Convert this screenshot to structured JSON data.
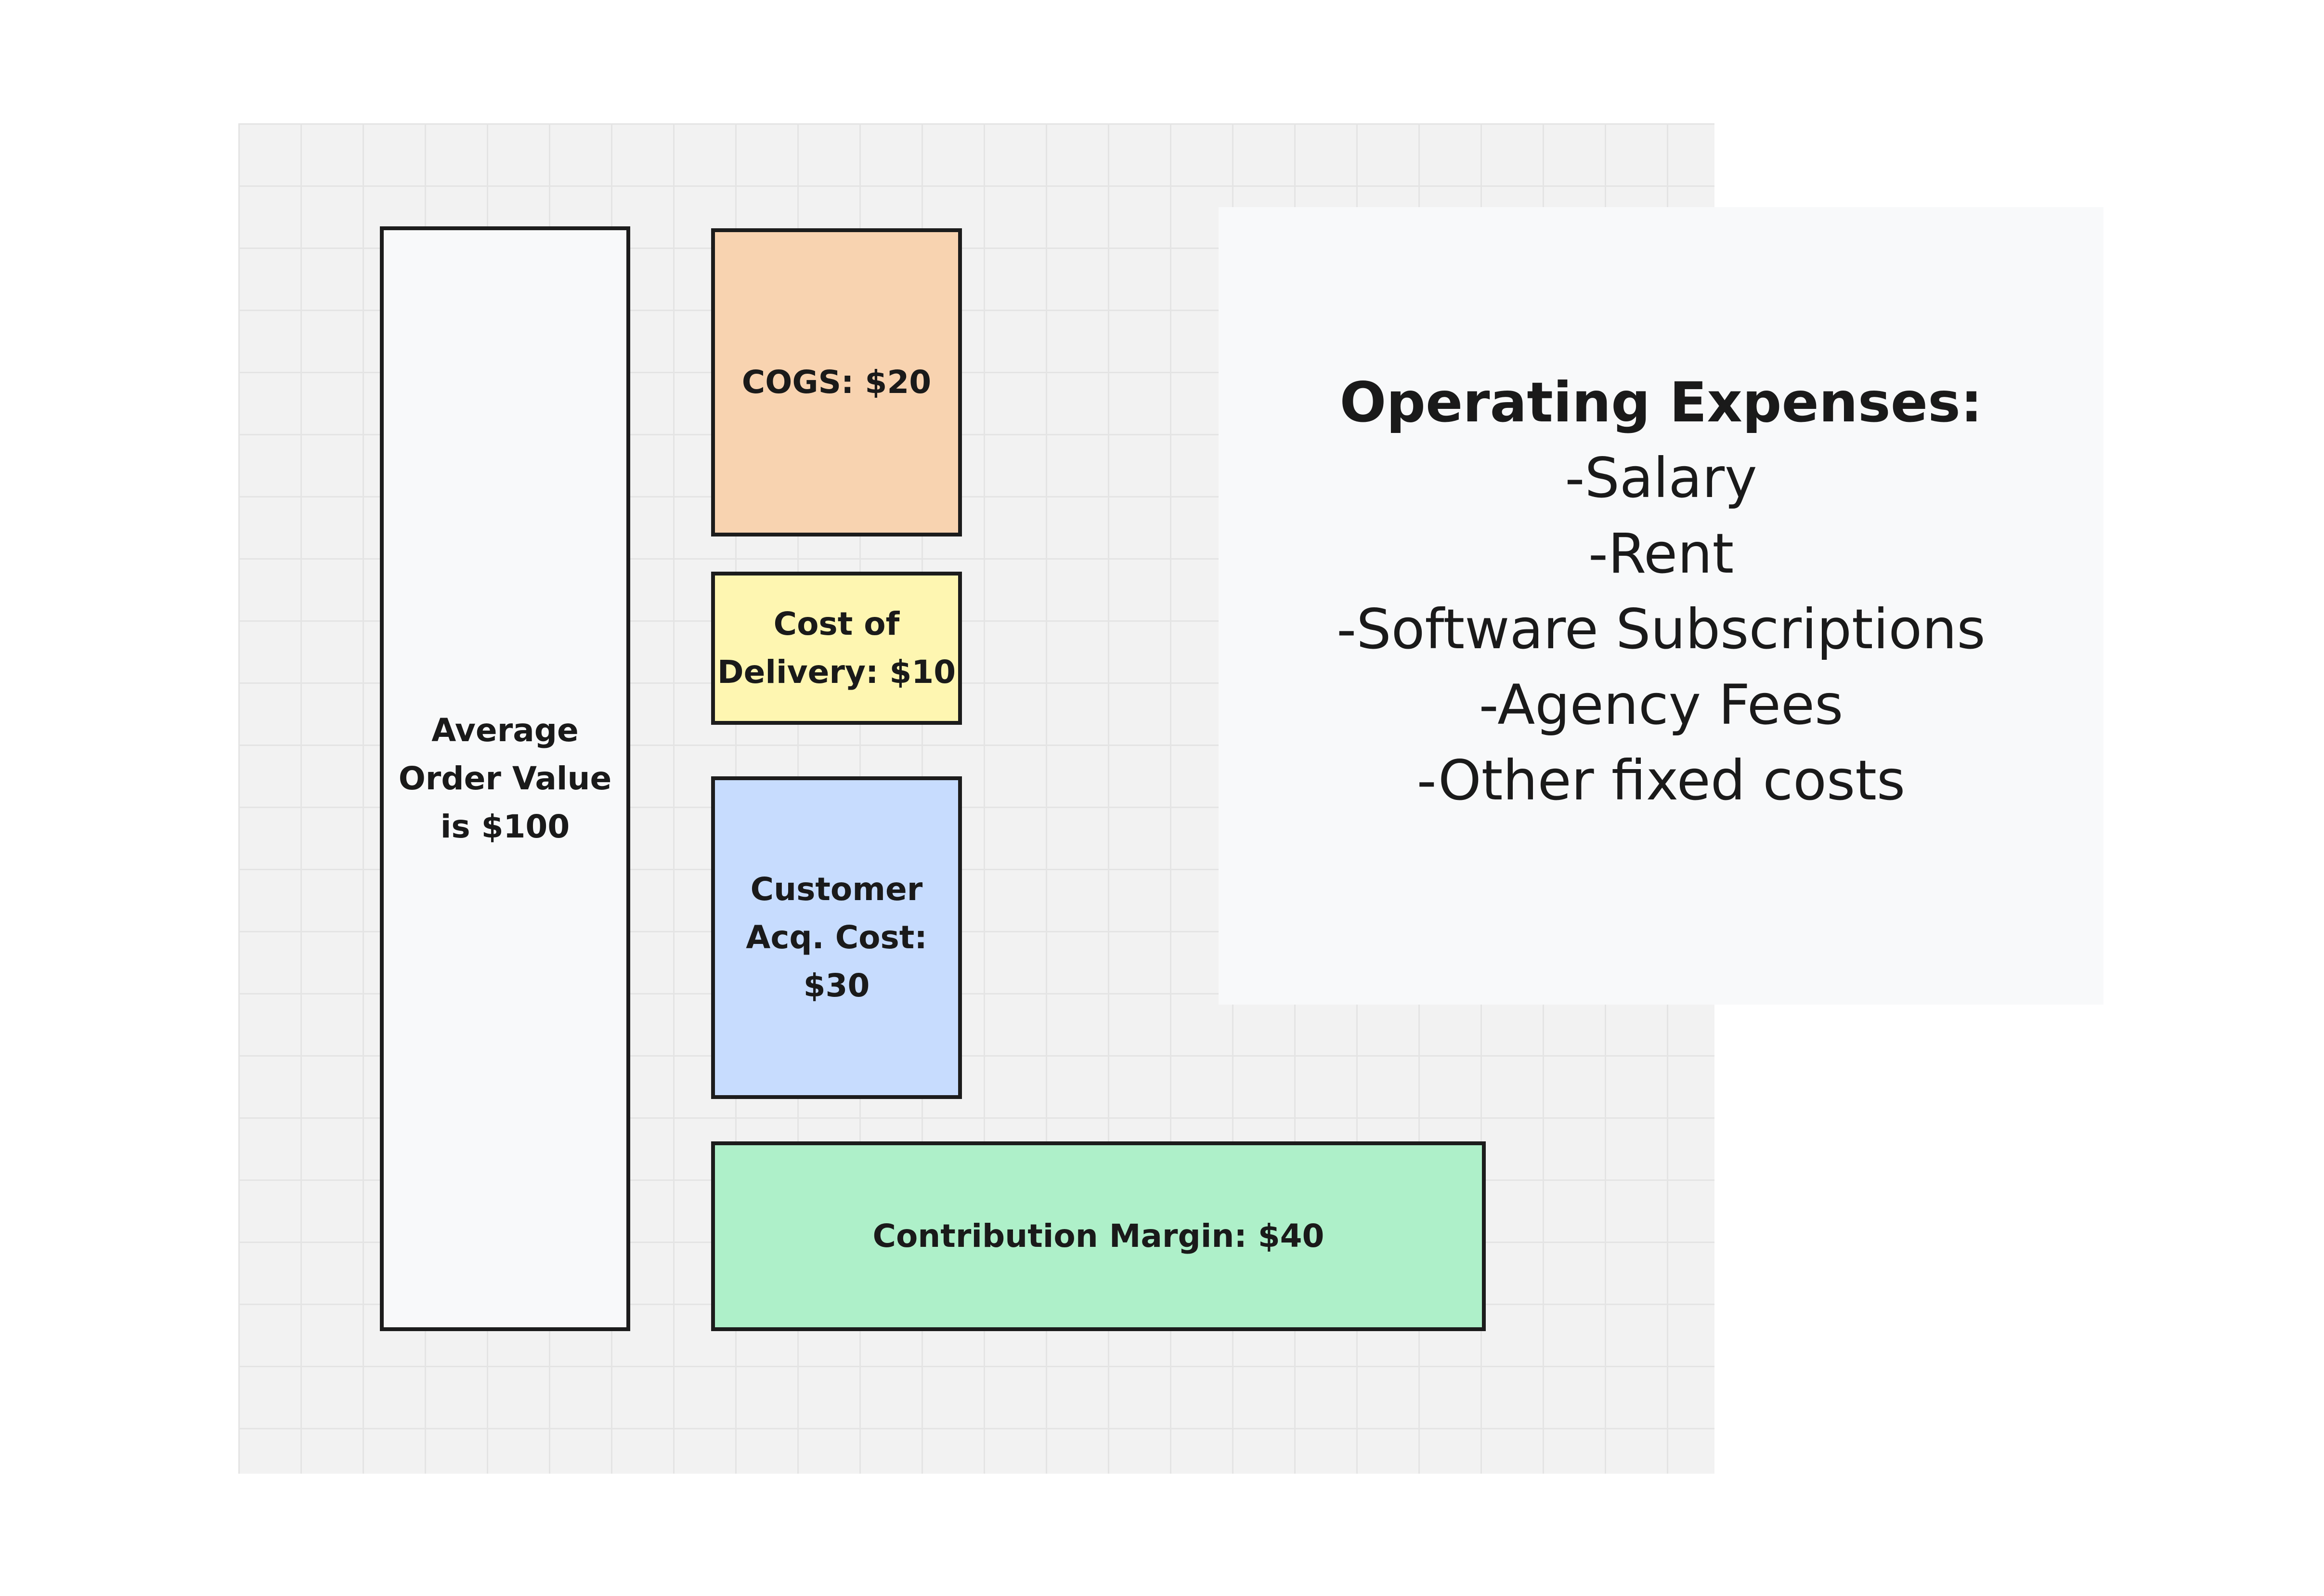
{
  "colors": {
    "canvas_background": "#f2f2f2",
    "grid_line": "#e4e4e4",
    "border": "#1c1c1c",
    "aov_fill": "#f8f9fa",
    "cogs_fill": "#f8d3b0",
    "delivery_fill": "#fef6b1",
    "cac_fill": "#c7dcfe",
    "margin_fill": "#aef0c9",
    "opex_fill": "#f8f9fa"
  },
  "shapes": {
    "aov": {
      "label": "Average\nOrder Value\nis $100"
    },
    "cogs": {
      "label": "COGS: $20"
    },
    "delivery": {
      "label": "Cost of\nDelivery: $10"
    },
    "cac": {
      "label": "Customer\nAcq. Cost:\n$30"
    },
    "margin": {
      "label": "Contribution Margin: $40"
    }
  },
  "opex": {
    "title": "Operating Expenses:",
    "items": [
      "-Salary",
      "-Rent",
      "-Software Subscriptions",
      "-Agency Fees",
      "-Other fixed costs"
    ]
  }
}
